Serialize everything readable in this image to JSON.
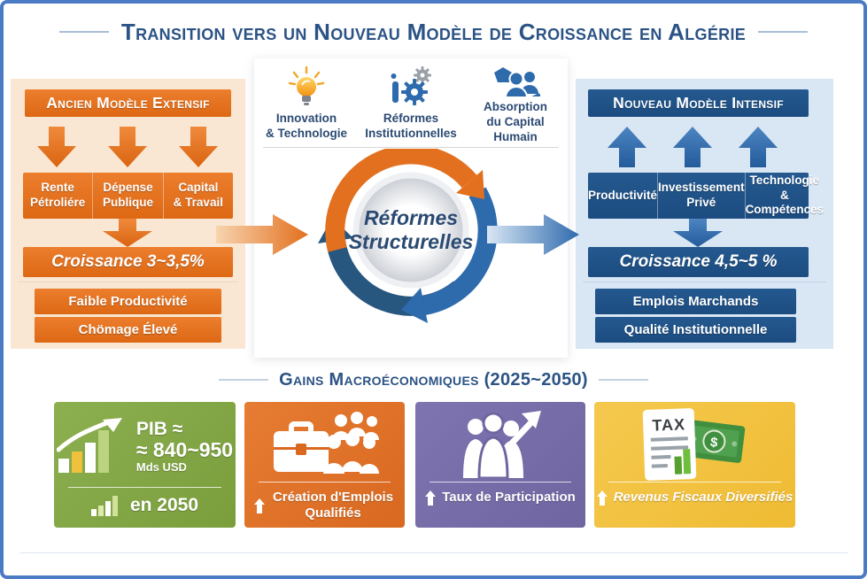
{
  "title": {
    "text": "Transition vers un Nouveau Modèle de Croissance en Algérie"
  },
  "old_model": {
    "header": "Ancien Modèle Extensif",
    "inputs": [
      {
        "line1": "Rente",
        "line2": "Pétroliére"
      },
      {
        "line1": "Dépense",
        "line2": "Publique"
      },
      {
        "line1": "Capital",
        "line2": "& Travail"
      }
    ],
    "growth": "Croissance 3~3,5%",
    "outcomes": [
      "Faible Productivité",
      "Chömage Élevé"
    ]
  },
  "drivers": [
    {
      "icon": "lightbulb-icon",
      "line1": "Innovation",
      "line2": "& Technologie"
    },
    {
      "icon": "gears-icon",
      "line1": "Réformes",
      "line2": "Institutionnelles"
    },
    {
      "icon": "people-icon",
      "line1": "Absorption",
      "line2": "du Capital Humain"
    }
  ],
  "core": {
    "line1": "Réformes",
    "line2": "Structurelles"
  },
  "new_model": {
    "header": "Nouveau Modèle Intensif",
    "inputs": [
      {
        "line1": "Productivité",
        "line2": ""
      },
      {
        "line1": "Investissement",
        "line2": "Privé"
      },
      {
        "line1": "Technologie",
        "line2": "& Compétences"
      }
    ],
    "growth": "Croissance 4,5~5 %",
    "outcomes": [
      "Emplois Marchands",
      "Qualité Institutionnelle"
    ]
  },
  "gains": {
    "heading": "Gains Macroéconomiques (2025~2050)",
    "pib_card": {
      "label": "PIB ≈",
      "range": "≈ 840~950",
      "unit": "Mds USD",
      "year": "en 2050"
    },
    "captions": {
      "jobs": "Création d'Emplois Qualifiés",
      "participation": "Taux de Participation",
      "fiscal": "Revenus Fiscaux Diversifiés"
    },
    "tax_label": "TAX",
    "dollar_sign": "$"
  },
  "colors": {
    "accent_orange": "#E2701F",
    "accent_blue": "#2E6BAD",
    "dark_blue": "#1F5186",
    "panel_peach": "#FAE7D3",
    "panel_blue": "#D9E6F4",
    "title_blue": "#2B5385",
    "card_green": "#7FA344",
    "card_orange": "#E0702A",
    "card_purple": "#776DA9",
    "card_yellow": "#F3C241"
  }
}
